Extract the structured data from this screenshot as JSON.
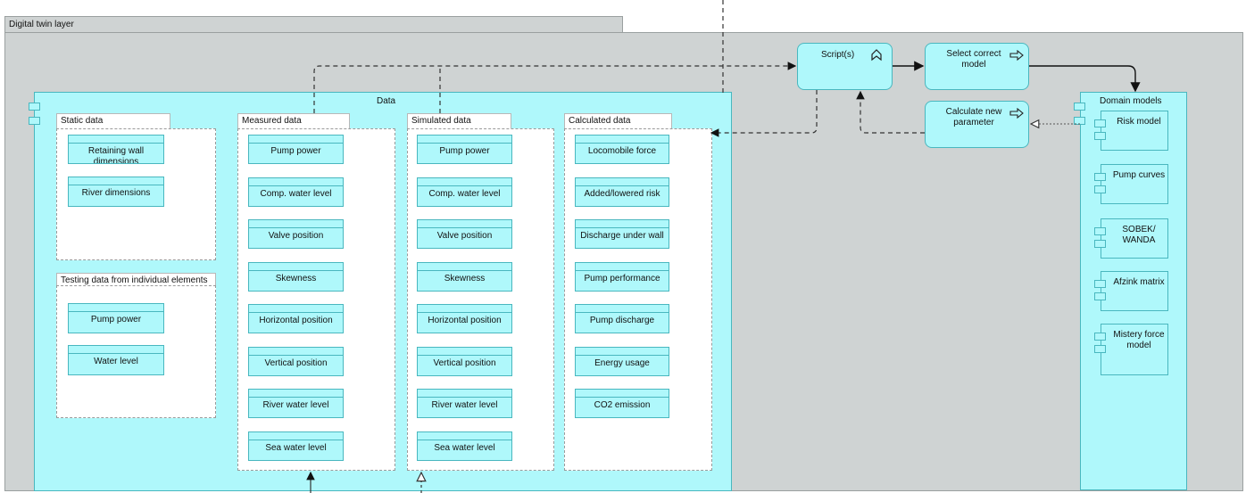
{
  "layer": {
    "title": "Digital twin layer"
  },
  "data_block": {
    "title": "Data",
    "groups": {
      "static": {
        "label": "Static data",
        "items": [
          "Retaining wall dimensions",
          "River dimensions"
        ]
      },
      "testing": {
        "label": "Testing data from individual elements",
        "items": [
          "Pump power",
          "Water level"
        ]
      },
      "measured": {
        "label": "Measured data",
        "items": [
          "Pump power",
          "Comp. water level",
          "Valve position",
          "Skewness",
          "Horizontal position",
          "Vertical position",
          "River water level",
          "Sea water level"
        ]
      },
      "simulated": {
        "label": "Simulated data",
        "items": [
          "Pump power",
          "Comp. water level",
          "Valve position",
          "Skewness",
          "Horizontal position",
          "Vertical position",
          "River water level",
          "Sea water level"
        ]
      },
      "calculated": {
        "label": "Calculated data",
        "items": [
          "Locomobile force",
          "Added/lowered risk",
          "Discharge under wall",
          "Pump performance",
          "Pump discharge",
          "Energy usage",
          "CO2 emission"
        ]
      }
    }
  },
  "processes": {
    "scripts": "Script(s)",
    "select_model": "Select correct model",
    "calc_param": "Calculate new parameter"
  },
  "domain_models": {
    "title": "Domain models",
    "items": [
      "Risk model",
      "Pump curves",
      "SOBEK/ WANDA",
      "Afzink matrix",
      "Mistery force model"
    ]
  },
  "colors": {
    "cyan": "#aff8fb",
    "cyan_border": "#49b7bf",
    "layer_gray": "#cfd3d3"
  }
}
